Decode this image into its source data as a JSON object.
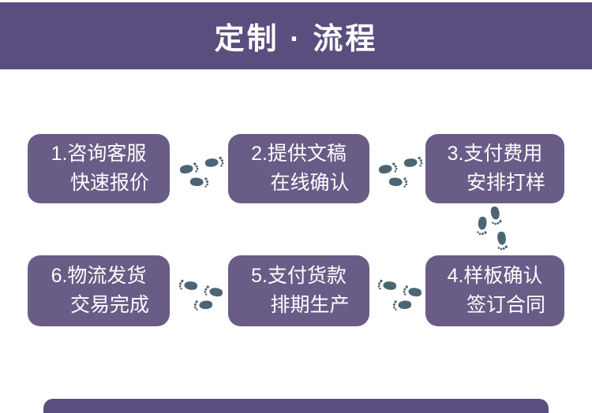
{
  "title": {
    "text": "定制 · 流程"
  },
  "steps": [
    {
      "id": "step-1",
      "line1": "1.咨询客服",
      "line2": "快速报价"
    },
    {
      "id": "step-2",
      "line1": "2.提供文稿",
      "line2": "在线确认"
    },
    {
      "id": "step-3",
      "line1": "3.支付费用",
      "line2": "安排打样"
    },
    {
      "id": "step-4",
      "line1": "4.样板确认",
      "line2": "签订合同"
    },
    {
      "id": "step-5",
      "line1": "5.支付货款",
      "line2": "排期生产"
    },
    {
      "id": "step-6",
      "line1": "6.物流发货",
      "line2": "交易完成"
    }
  ],
  "icons": {
    "between_1_2": "footsteps-right-icon",
    "between_2_3": "footsteps-right-icon",
    "between_3_4": "footsteps-down-icon",
    "between_4_5": "footsteps-left-icon",
    "between_5_6": "footsteps-left-icon"
  },
  "colors": {
    "banner_purple": "#594e7d",
    "box_purple": "#695c87",
    "footprint_slate": "#4b6672",
    "text_white": "#ffffff",
    "background": "#ffffff"
  }
}
